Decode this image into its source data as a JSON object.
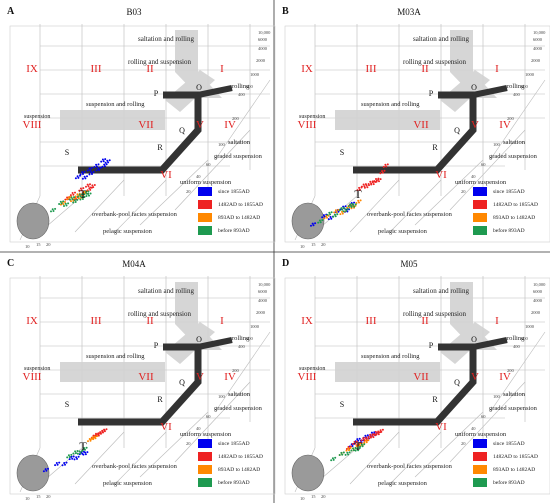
{
  "figure": {
    "panels": [
      {
        "letter": "A",
        "title": "B03"
      },
      {
        "letter": "B",
        "title": "M03A"
      },
      {
        "letter": "C",
        "title": "M04A"
      },
      {
        "letter": "D",
        "title": "M05"
      }
    ],
    "zones": [
      "I",
      "II",
      "III",
      "IV",
      "V",
      "VI",
      "VII",
      "VIII",
      "IX"
    ],
    "points_on_path": [
      "P",
      "O",
      "Q",
      "R",
      "S",
      "T"
    ],
    "zone_labels": {
      "saltation_and_rolling": "saltation and rolling",
      "rolling_and_suspension": "rolling and suspension",
      "rolling": "rolling",
      "suspension_and_rolling": "suspension and rolling",
      "suspension": "suspension",
      "saltation": "saltation",
      "graded_suspension": "graded suspension",
      "uniform_suspension": "uniform suspension",
      "overbank_pool_facies_suspension": "overbank-pool facies suspension",
      "pelagic_suspension": "pelagic suspension"
    },
    "c_axis_ticks": [
      "10,000",
      "6000",
      "4000",
      "2000",
      "1000",
      "600",
      "400",
      "200",
      "100",
      "60",
      "40",
      "20"
    ],
    "m_axis_ticks": [
      "10",
      "15",
      "20"
    ],
    "legend": [
      {
        "label": "since 1855AD",
        "color": "#0000ee"
      },
      {
        "label": "1482AD to 1855AD",
        "color": "#ee2222"
      },
      {
        "label": "893AD to 1482AD",
        "color": "#ff8800"
      },
      {
        "label": "before 893AD",
        "color": "#1e9a50"
      }
    ]
  },
  "chart_data": [
    {
      "type": "scatter",
      "title": "B03",
      "series": [
        {
          "name": "since 1855AD",
          "x": [
            110,
            125,
            140,
            155,
            170,
            190,
            210,
            230,
            250,
            270
          ],
          "y": [
            700,
            800,
            650,
            900,
            750,
            1000,
            850,
            1200,
            950,
            1100
          ]
        },
        {
          "name": "1482AD to 1855AD",
          "x": [
            90,
            105,
            120,
            135,
            150,
            165,
            180,
            195
          ],
          "y": [
            300,
            350,
            280,
            400,
            330,
            450,
            380,
            420
          ]
        },
        {
          "name": "893AD to 1482AD",
          "x": [
            80,
            95,
            110,
            125,
            140,
            155
          ],
          "y": [
            250,
            300,
            270,
            320,
            290,
            340
          ]
        },
        {
          "name": "before 893AD",
          "x": [
            60,
            75,
            90,
            105,
            120,
            135,
            150,
            165,
            180
          ],
          "y": [
            200,
            260,
            230,
            290,
            250,
            310,
            270,
            330,
            300
          ]
        }
      ]
    },
    {
      "type": "scatter",
      "title": "M03A",
      "series": [
        {
          "name": "since 1855AD",
          "x": [
            40,
            55,
            70,
            85,
            100,
            115,
            130
          ],
          "y": [
            120,
            160,
            140,
            180,
            200,
            170,
            220
          ]
        },
        {
          "name": "1482AD to 1855AD",
          "x": [
            150,
            170,
            190,
            210,
            230,
            250,
            270,
            290,
            310
          ],
          "y": [
            400,
            450,
            420,
            480,
            460,
            520,
            500,
            700,
            900
          ]
        },
        {
          "name": "893AD to 1482AD",
          "x": [
            60,
            80,
            100,
            120,
            140,
            160
          ],
          "y": [
            150,
            180,
            160,
            200,
            190,
            230
          ]
        },
        {
          "name": "before 893AD",
          "x": [
            50,
            65,
            80,
            95,
            110,
            125,
            140
          ],
          "y": [
            130,
            170,
            150,
            190,
            175,
            210,
            200
          ]
        }
      ]
    },
    {
      "type": "scatter",
      "title": "M04A",
      "series": [
        {
          "name": "since 1855AD",
          "x": [
            50,
            70,
            90,
            110,
            130,
            150,
            170
          ],
          "y": [
            150,
            180,
            170,
            210,
            200,
            240,
            230
          ]
        },
        {
          "name": "1482AD to 1855AD",
          "x": [
            200,
            215,
            230,
            245,
            260,
            275
          ],
          "y": [
            450,
            480,
            470,
            500,
            520,
            540
          ]
        },
        {
          "name": "893AD to 1482AD",
          "x": [
            180,
            195,
            210
          ],
          "y": [
            400,
            420,
            430
          ]
        },
        {
          "name": "before 893AD",
          "x": [
            100,
            120,
            140,
            160
          ],
          "y": [
            230,
            260,
            250,
            280
          ]
        }
      ]
    },
    {
      "type": "scatter",
      "title": "M05",
      "series": [
        {
          "name": "since 1855AD",
          "x": [
            120,
            140,
            160,
            180,
            200,
            220,
            240
          ],
          "y": [
            350,
            420,
            380,
            460,
            430,
            500,
            470
          ]
        },
        {
          "name": "1482AD to 1855AD",
          "x": [
            110,
            130,
            150,
            170,
            190,
            210,
            230,
            250,
            270,
            290
          ],
          "y": [
            320,
            380,
            350,
            420,
            400,
            460,
            440,
            500,
            480,
            520
          ]
        },
        {
          "name": "893AD to 1482AD",
          "x": [
            90,
            110,
            130,
            150,
            170,
            190
          ],
          "y": [
            260,
            300,
            290,
            340,
            330,
            370
          ]
        },
        {
          "name": "before 893AD",
          "x": [
            70,
            90,
            110,
            130,
            150,
            170
          ],
          "y": [
            220,
            260,
            250,
            290,
            280,
            320
          ]
        }
      ]
    }
  ]
}
